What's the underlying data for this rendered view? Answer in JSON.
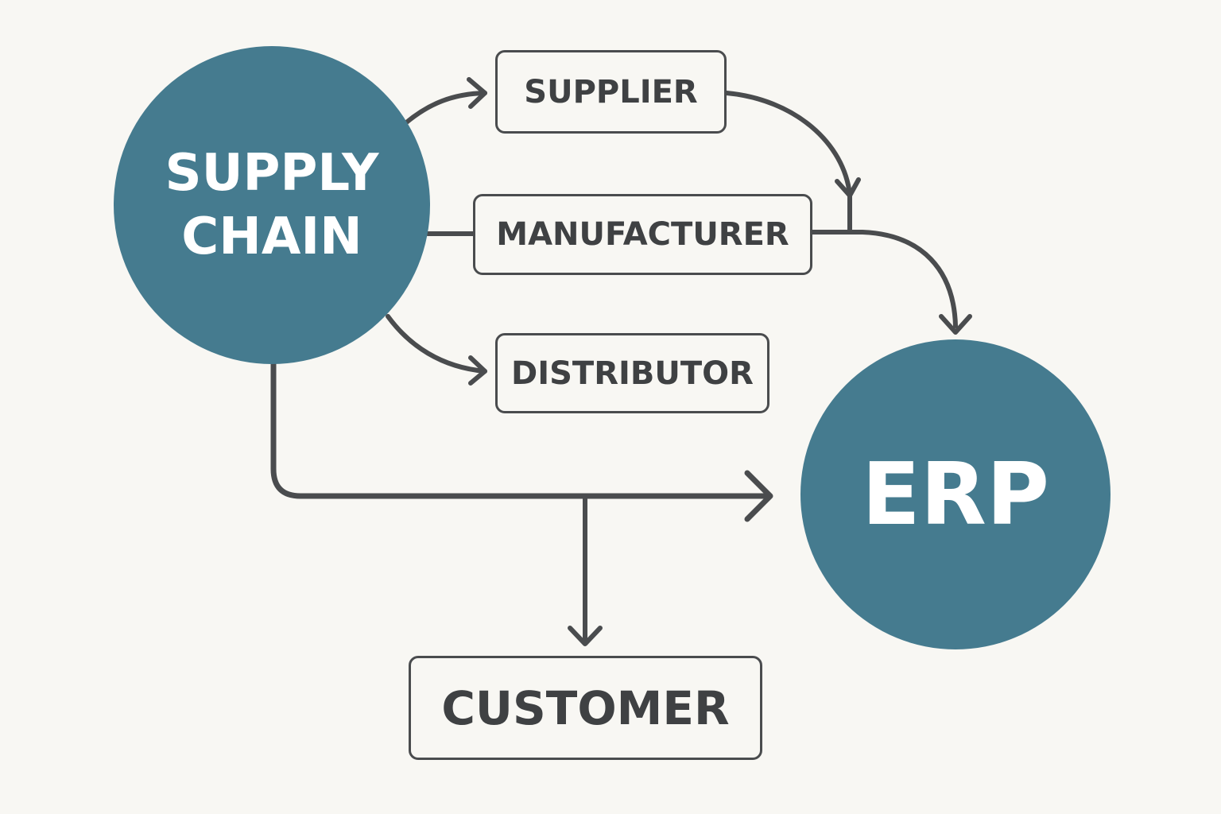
{
  "diagram": {
    "colors": {
      "background": "#f8f7f3",
      "node_fill": "#457b8f",
      "stroke": "#4a4c4e",
      "node_text": "#ffffff",
      "box_text": "#3f4143"
    },
    "nodes": {
      "supply_chain": {
        "line1": "SUPPLY",
        "line2": "CHAIN",
        "shape": "circle"
      },
      "erp": {
        "label": "ERP",
        "shape": "circle"
      },
      "supplier": {
        "label": "SUPPLIER",
        "shape": "rounded-box"
      },
      "manufacturer": {
        "label": "MANUFACTURER",
        "shape": "rounded-box"
      },
      "distributor": {
        "label": "DISTRIBUTOR",
        "shape": "rounded-box"
      },
      "customer": {
        "label": "CUSTOMER",
        "shape": "rounded-box"
      }
    },
    "edges": [
      {
        "from": "SUPPLY CHAIN",
        "to": "SUPPLIER",
        "style": "curved-arrow"
      },
      {
        "from": "SUPPLY CHAIN",
        "to": "MANUFACTURER",
        "style": "line"
      },
      {
        "from": "SUPPLY CHAIN",
        "to": "DISTRIBUTOR",
        "style": "curved-arrow"
      },
      {
        "from": "SUPPLIER",
        "to": "MANUFACTURER-ERP link",
        "style": "curved-arrow"
      },
      {
        "from": "MANUFACTURER",
        "to": "ERP",
        "style": "curved-arrow"
      },
      {
        "from": "SUPPLY CHAIN",
        "to": "ERP",
        "style": "elbow-arrow"
      },
      {
        "from": "SUPPLY CHAIN-ERP link",
        "to": "CUSTOMER",
        "style": "arrow"
      }
    ]
  }
}
